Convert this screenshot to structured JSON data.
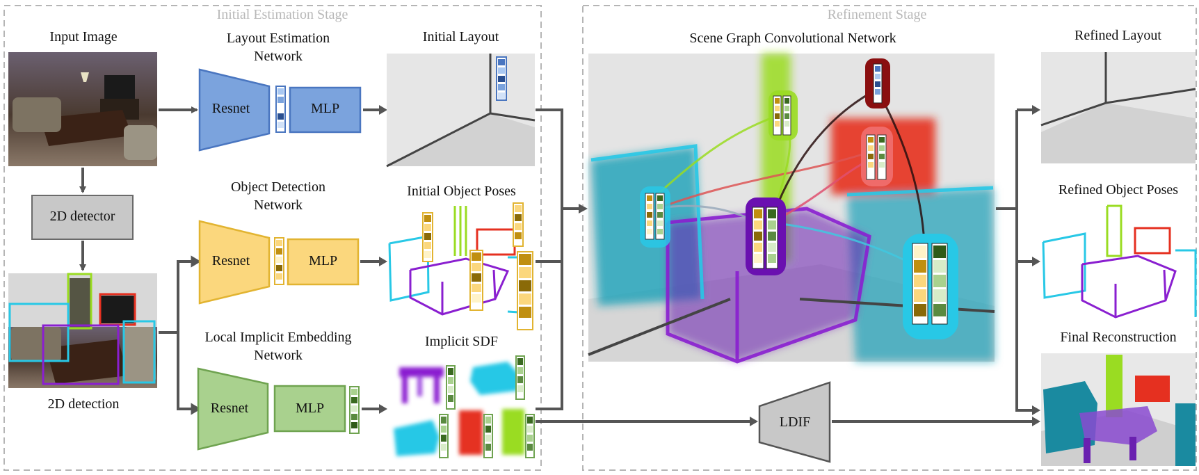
{
  "stages": {
    "initial": "Initial Estimation Stage",
    "refinement": "Refinement Stage"
  },
  "labels": {
    "input_image": "Input Image",
    "detector": "2D detector",
    "detection": "2D detection",
    "layout_net": "Layout Estimation\nNetwork",
    "object_net": "Object Detection\nNetwork",
    "lien_net": "Local Implicit Embedding\nNetwork",
    "initial_layout": "Initial Layout",
    "initial_poses": "Initial Object Poses",
    "implicit_sdf": "Implicit SDF",
    "sgcn": "Scene Graph Convolutional Network",
    "refined_layout": "Refined Layout",
    "refined_poses": "Refined Object Poses",
    "final_recon": "Final Reconstruction",
    "ldif": "LDIF"
  },
  "modules": {
    "resnet": "Resnet",
    "mlp": "MLP"
  },
  "colors": {
    "blue": "#7ba3dd",
    "blue_stroke": "#4a76c0",
    "yellow": "#fbd77d",
    "yellow_stroke": "#e2b431",
    "green": "#a9d18e",
    "green_stroke": "#6fa350",
    "gray": "#c8c8c8",
    "cyan": "#28c8e6",
    "purple": "#8a1fd0",
    "red": "#e53020",
    "lime": "#9adc22",
    "arrow": "#555555",
    "dashed": "#b5b5b5"
  }
}
